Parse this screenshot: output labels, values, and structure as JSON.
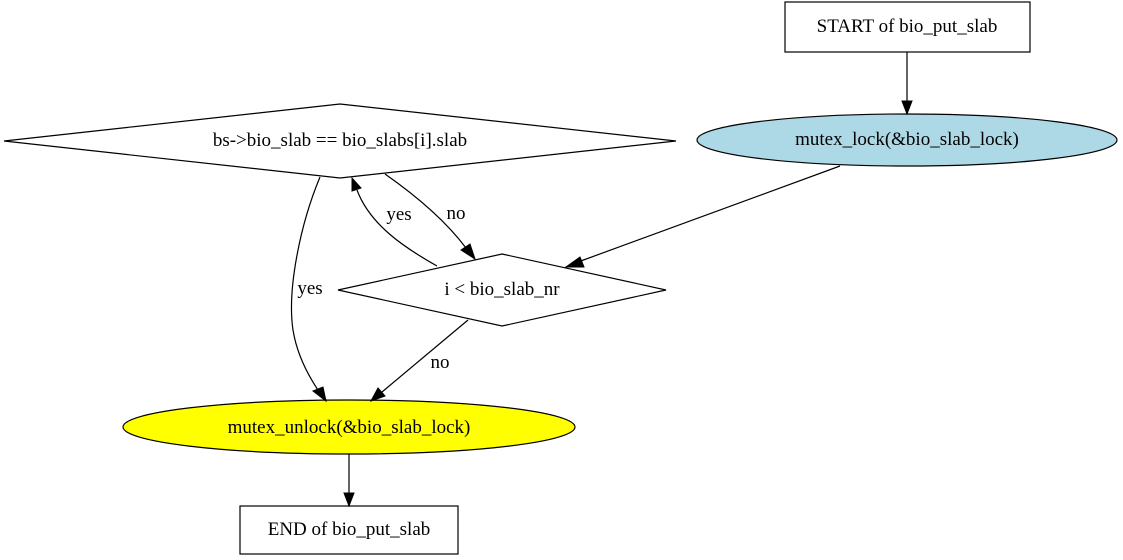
{
  "nodes": {
    "start": {
      "label": "START of bio_put_slab",
      "shape": "box",
      "fill": "#ffffff"
    },
    "lock": {
      "label": "mutex_lock(&bio_slab_lock)",
      "shape": "ellipse",
      "fill": "#add8e6"
    },
    "loop_cond": {
      "label": "i < bio_slab_nr",
      "shape": "diamond",
      "fill": "#ffffff"
    },
    "slab_cmp": {
      "label": "bs->bio_slab == bio_slabs[i].slab",
      "shape": "diamond",
      "fill": "#ffffff"
    },
    "unlock": {
      "label": "mutex_unlock(&bio_slab_lock)",
      "shape": "ellipse",
      "fill": "#ffff00"
    },
    "end": {
      "label": "END of bio_put_slab",
      "shape": "box",
      "fill": "#ffffff"
    }
  },
  "edges": [
    {
      "from": "start",
      "to": "lock",
      "label": ""
    },
    {
      "from": "lock",
      "to": "loop_cond",
      "label": ""
    },
    {
      "from": "loop_cond",
      "to": "slab_cmp",
      "label": "yes"
    },
    {
      "from": "slab_cmp",
      "to": "loop_cond",
      "label": "no"
    },
    {
      "from": "slab_cmp",
      "to": "unlock",
      "label": "yes"
    },
    {
      "from": "loop_cond",
      "to": "unlock",
      "label": "no"
    },
    {
      "from": "unlock",
      "to": "end",
      "label": ""
    }
  ]
}
